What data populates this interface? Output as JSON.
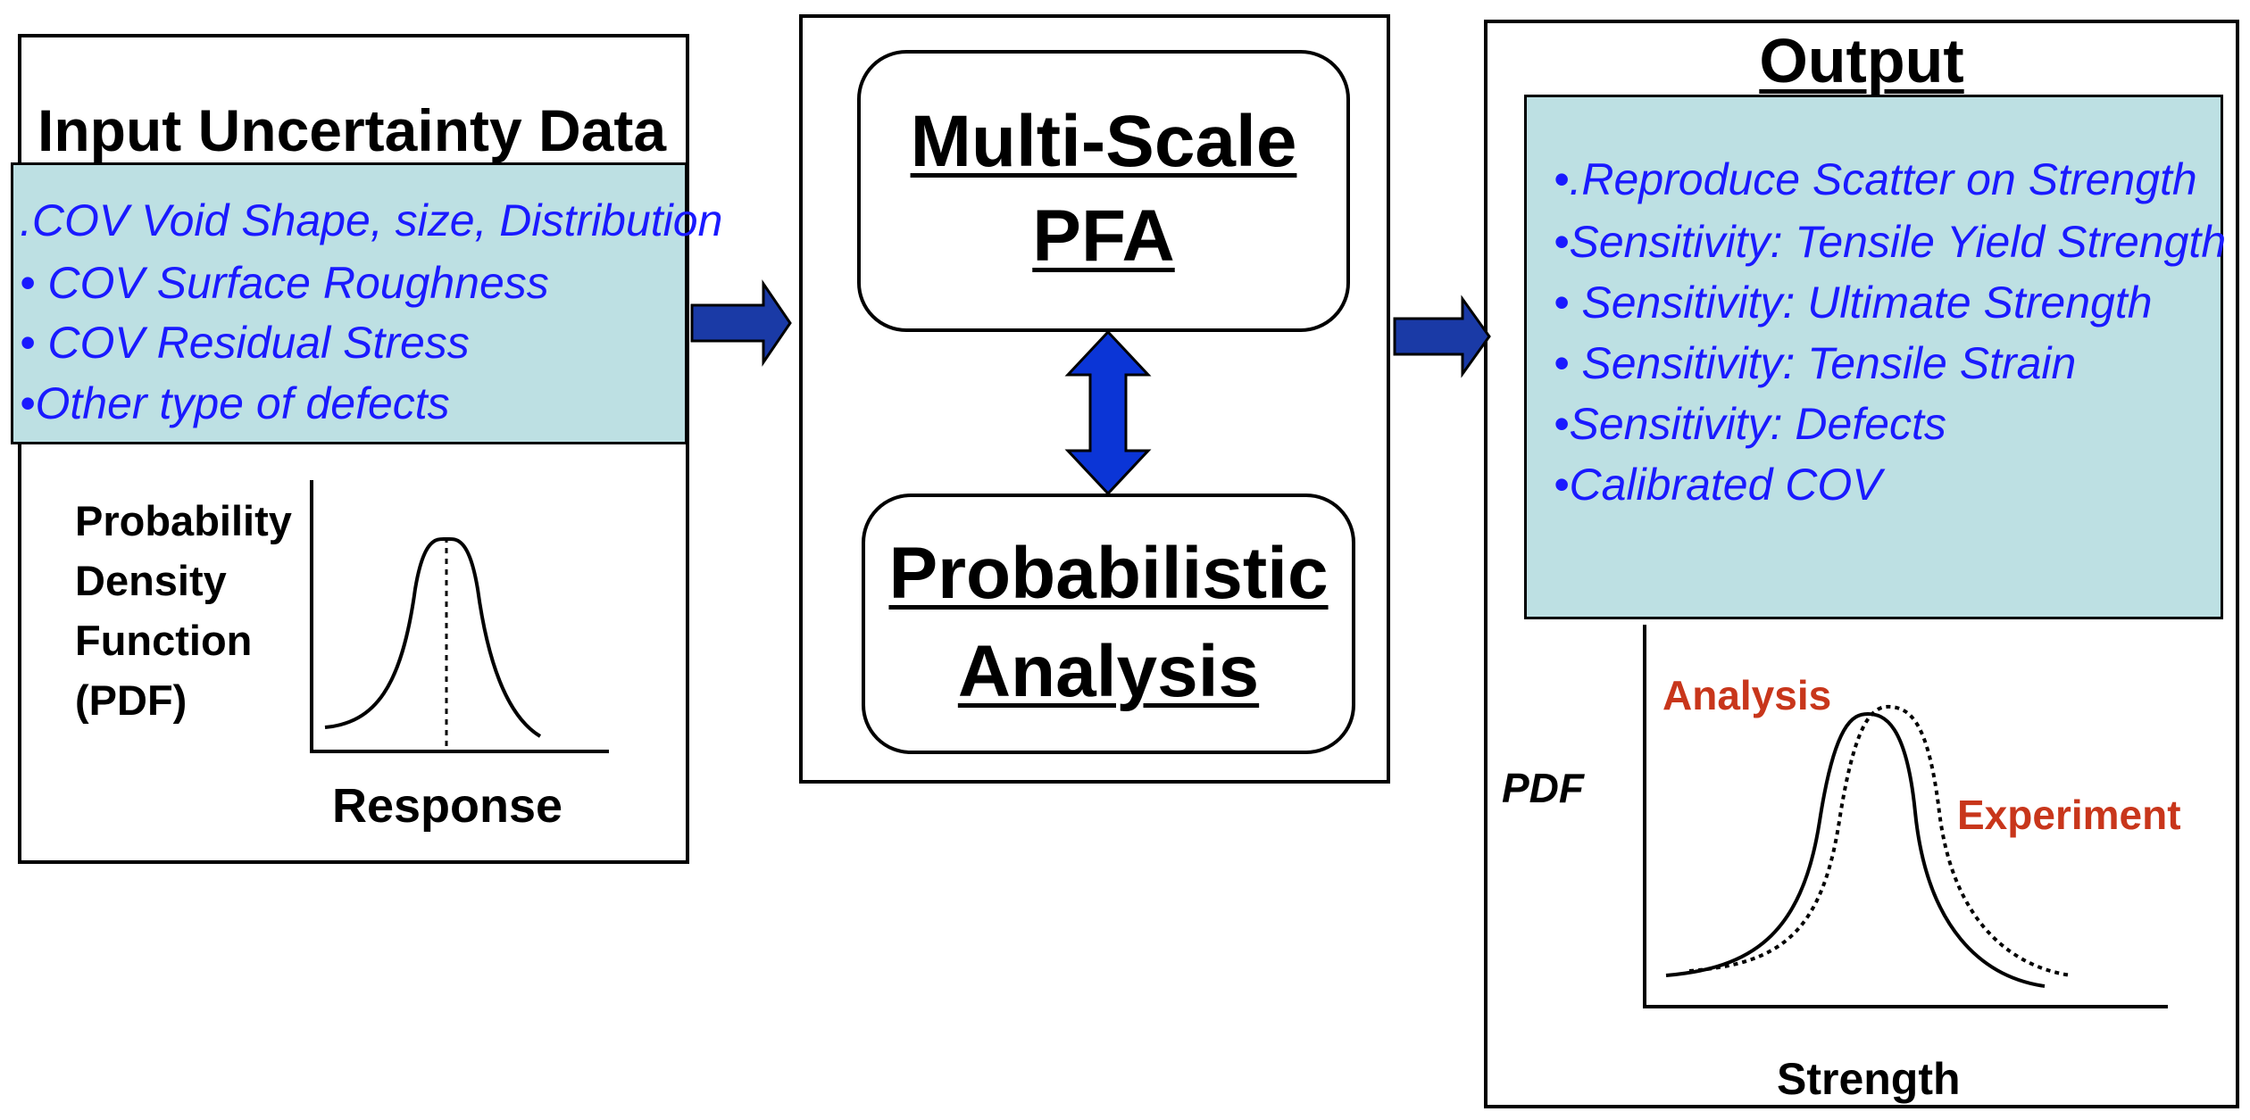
{
  "input_panel": {
    "title": "Input Uncertainty Data",
    "bullets": [
      ".COV Void Shape, size, Distribution",
      "• COV Surface Roughness",
      "• COV Residual Stress",
      "•Other type of defects"
    ],
    "pdf_label_lines": [
      "Probability",
      "Density",
      "Function",
      "(PDF)"
    ],
    "x_axis_label": "Response"
  },
  "middle_panel": {
    "box1_lines": [
      "Multi-Scale",
      "PFA"
    ],
    "box2_lines": [
      "Probabilistic",
      "Analysis"
    ]
  },
  "output_panel": {
    "title": "Output",
    "bullets": [
      "•.Reproduce Scatter on Strength",
      "•Sensitivity: Tensile Yield Strength",
      "• Sensitivity: Ultimate Strength",
      "• Sensitivity: Tensile Strain",
      "•Sensitivity: Defects",
      "•Calibrated COV"
    ],
    "y_axis_label": "PDF",
    "x_axis_label": "Strength",
    "legend_analysis": "Analysis",
    "legend_experiment": "Experiment"
  },
  "colors": {
    "arrow_fill": "#1a3aa6",
    "double_arrow_fill": "#0b35d6",
    "bullet_text": "#1a1aff",
    "box_fill": "#bde0e3",
    "legend_text": "#c8361b"
  }
}
